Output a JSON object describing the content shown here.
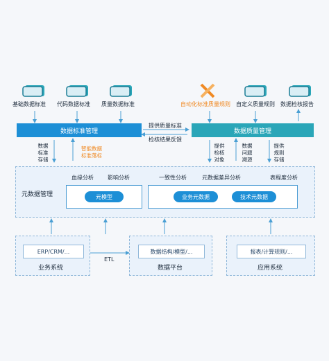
{
  "top_icons": [
    "基础数据标准",
    "代码数据标准",
    "质量数据标准",
    "自动化标准质量规则",
    "自定义质量规则",
    "数据检核报告"
  ],
  "bars": {
    "left": "数据标准管理",
    "right": "数据质量管理"
  },
  "between_bars": {
    "top": "提供质量标准",
    "bottom": "检核结果反馈"
  },
  "left_vertical": {
    "a": "数据\n标准\n存储",
    "b": "智能数据\n标准落标"
  },
  "right_vertical": {
    "a": "提供\n检核\n对象",
    "b": "数据\n问题\n溯源",
    "c": "提供\n规则\n存储"
  },
  "metadata": {
    "title": "元数据管理",
    "labels": [
      "血缘分析",
      "影响分析",
      "一致性分析",
      "元数据差异分析",
      "表程度分析"
    ],
    "pills": [
      "元模型",
      "业务元数据",
      "技术元数据"
    ]
  },
  "bottom": {
    "business": {
      "box": "ERP/CRM/...",
      "title": "业务系统"
    },
    "platform": {
      "box": "数据结构/模型/...",
      "title": "数据平台"
    },
    "app": {
      "box": "报表/计算规则/...",
      "title": "应用系统"
    },
    "etl": "ETL"
  },
  "colors": {
    "accent_blue": "#1d8fd6",
    "accent_teal": "#2aa6b8",
    "accent_orange": "#f08a24"
  }
}
